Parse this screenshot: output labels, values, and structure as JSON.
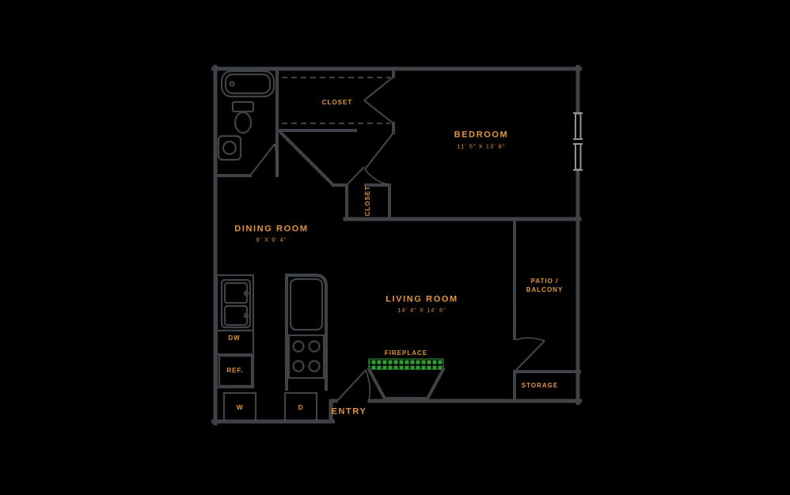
{
  "colors": {
    "background": "#000000",
    "wall": "#3f4347",
    "dash": "#55595d",
    "window": "#8e9499",
    "label": "#e3953b",
    "fireplace_green": "#2f9e35"
  },
  "rooms": {
    "bedroom": {
      "label": "BEDROOM",
      "dims": "11' 5\" X 13' 8\""
    },
    "dining": {
      "label": "DINING ROOM",
      "dims": "9' X 9' 4\""
    },
    "living": {
      "label": "LIVING ROOM",
      "dims": "14' 4\" X 14' 6\""
    },
    "closet_top": {
      "label": "CLOSET"
    },
    "closet_hall": {
      "label": "CLOSET"
    },
    "patio": {
      "line1": "PATIO /",
      "line2": "BALCONY"
    },
    "storage": {
      "label": "STORAGE"
    },
    "fireplace": {
      "label": "FIREPLACE"
    },
    "entry": {
      "label": "ENTRY"
    }
  },
  "appliances": {
    "dishwasher": "DW",
    "refrigerator": "REF.",
    "washer": "W",
    "dryer": "D"
  }
}
